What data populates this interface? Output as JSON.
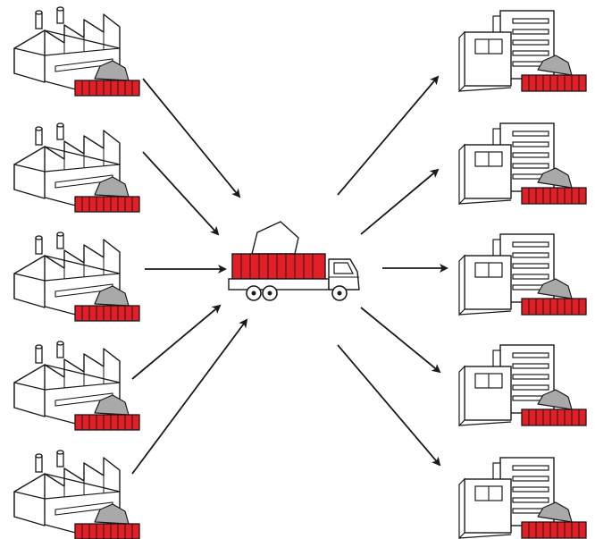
{
  "diagram": {
    "kind": "consolidation-distribution-flow",
    "colors": {
      "stroke": "#1a1a1a",
      "container_red": "#e41e26",
      "pile_gray": "#a9a9a9",
      "background": "#ffffff"
    },
    "icons": {
      "source": "factory-icon",
      "hub": "truck-icon",
      "destination": "store-icon",
      "connector": "arrow"
    },
    "sources": [
      {
        "id": "factory-1"
      },
      {
        "id": "factory-2"
      },
      {
        "id": "factory-3"
      },
      {
        "id": "factory-4"
      },
      {
        "id": "factory-5"
      }
    ],
    "hub": {
      "id": "truck"
    },
    "destinations": [
      {
        "id": "store-1"
      },
      {
        "id": "store-2"
      },
      {
        "id": "store-3"
      },
      {
        "id": "store-4"
      },
      {
        "id": "store-5"
      }
    ],
    "flows": [
      {
        "from": "factory-1",
        "to": "truck"
      },
      {
        "from": "factory-2",
        "to": "truck"
      },
      {
        "from": "factory-3",
        "to": "truck"
      },
      {
        "from": "factory-4",
        "to": "truck"
      },
      {
        "from": "factory-5",
        "to": "truck"
      },
      {
        "from": "truck",
        "to": "store-1"
      },
      {
        "from": "truck",
        "to": "store-2"
      },
      {
        "from": "truck",
        "to": "store-3"
      },
      {
        "from": "truck",
        "to": "store-4"
      },
      {
        "from": "truck",
        "to": "store-5"
      }
    ]
  }
}
